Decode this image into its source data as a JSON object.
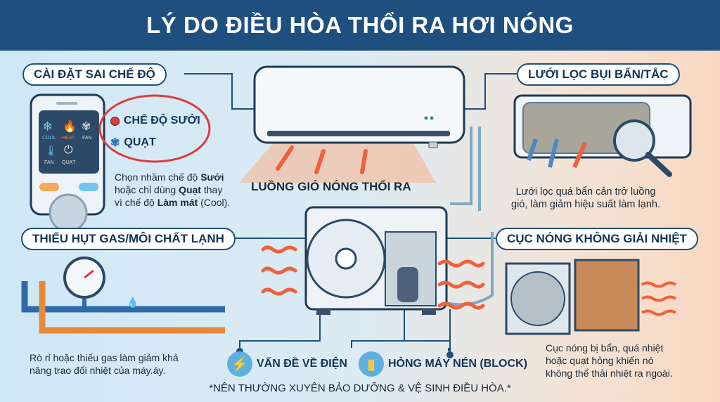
{
  "title": "LÝ DO ĐIỀU HÒA THỔI RA HƠI NÓNG",
  "sections": {
    "mode": {
      "label": "CÀI ĐẶT SAI CHẾ ĐỘ",
      "remote": {
        "cool": "COOL",
        "heat": "HEAT",
        "fan": "FAN",
        "fan2": "FAN",
        "power": "QUẠT"
      },
      "option_heat": "CHẾ ĐỘ SƯỞI",
      "option_fan": "QUẠT",
      "desc_1": "Chọn nhầm chế độ ",
      "desc_b1": "Sưởi",
      "desc_2": "hoặc chỉ dùng ",
      "desc_b2": "Quạt",
      "desc_3": " thay",
      "desc_4": "vì chế độ ",
      "desc_b3": "Làm mát",
      "desc_5": " (Cool)."
    },
    "filter": {
      "label": "LƯỚI LỌC BỤI BẨN/TẮC",
      "desc_1": "Lưới lọc quá bẩn cản trở luồng",
      "desc_2": "gió, làm giảm hiệu suất làm lạnh."
    },
    "gas": {
      "label": "THIẾU HỤT GAS/MÔI CHẤT LẠNH",
      "desc_1": "Rò rỉ hoặc thiếu gas làm giảm khả",
      "desc_2": "năng trao đổi nhiệt của máy.áy."
    },
    "condenser": {
      "label": "CỤC NÓNG KHÔNG GIẢI NHIỆT",
      "desc_1": "Cục nóng bị bẩn, quá nhiệt",
      "desc_2": "hoặc quạt hỏng khiến nó",
      "desc_3": "không thể thải nhiệt ra ngoài."
    },
    "airflow": "LUỒNG GIÓ NÓNG THỔI RA",
    "electric": "VẤN ĐỀ VỀ ĐIỆN",
    "compressor": "HỎNG MÁY NÉN (BLOCK)"
  },
  "footer": "*NÊN THƯỜNG XUYÊN BẢO DƯỠNG & VỆ SINH ĐIỀU HÒA.*",
  "colors": {
    "title_bg": "#1f4f7e",
    "hot": "#f0603a",
    "accent_red": "#e03a3a"
  }
}
